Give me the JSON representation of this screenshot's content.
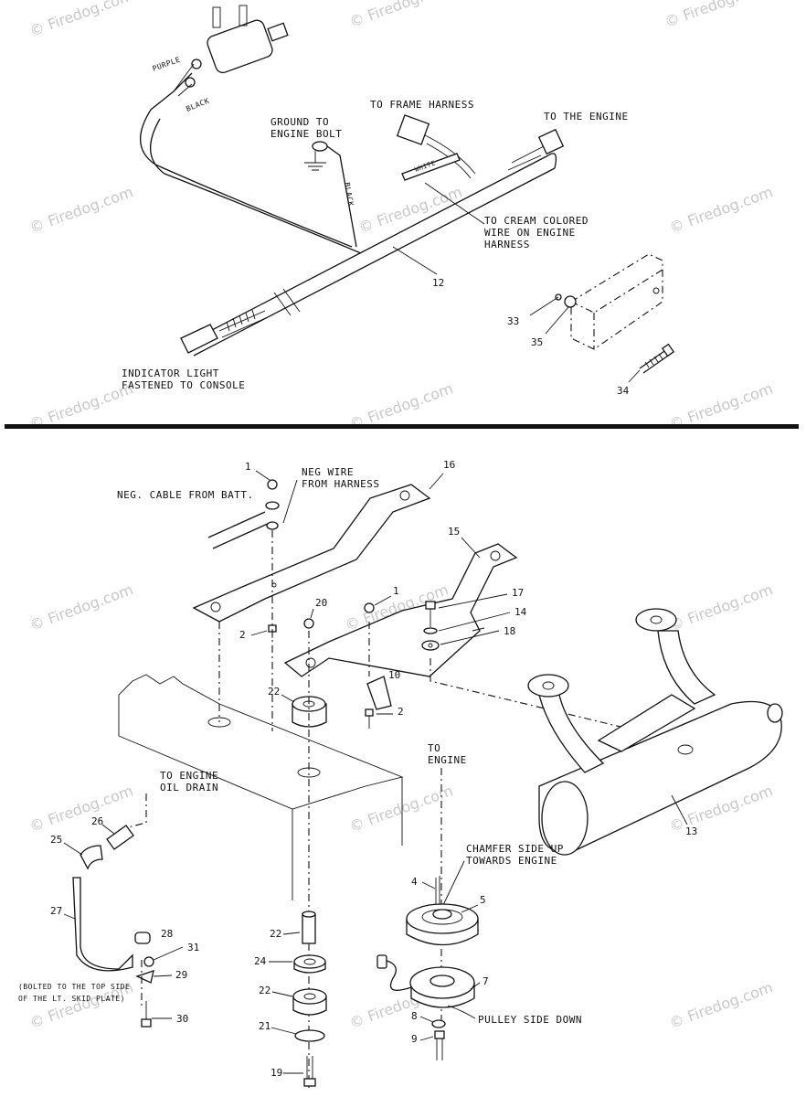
{
  "watermark": "© Firedog.com",
  "top_section": {
    "labels": {
      "purple": "PURPLE",
      "black_upper": "BLACK",
      "ground_line1": "GROUND TO",
      "ground_line2": "ENGINE BOLT",
      "black_wire": "BLACK",
      "to_frame_harness": "TO FRAME HARNESS",
      "to_the_engine": "TO THE ENGINE",
      "white": "WHITE",
      "cream_line1": "TO CREAM COLORED",
      "cream_line2": "WIRE ON ENGINE",
      "cream_line3": "HARNESS",
      "indicator_line1": "INDICATOR LIGHT",
      "indicator_line2": "FASTENED TO CONSOLE"
    },
    "parts": {
      "p12": "12",
      "p33": "33",
      "p35": "35",
      "p34": "34"
    }
  },
  "bottom_section": {
    "labels": {
      "neg_cable": "NEG. CABLE FROM BATT.",
      "neg_wire_line1": "NEG WIRE",
      "neg_wire_line2": "FROM HARNESS",
      "engine_oil_line1": "TO ENGINE",
      "engine_oil_line2": "OIL DRAIN",
      "to_engine_line1": "TO",
      "to_engine_line2": "ENGINE",
      "chamfer_line1": "CHAMFER SIDE UP",
      "chamfer_line2": "TOWARDS ENGINE",
      "pulley_side_down": "PULLEY SIDE DOWN",
      "bolted_line1": "(BOLTED TO THE TOP SIDE",
      "bolted_line2": "OF THE LT. SKID PLATE)"
    },
    "parts": {
      "p1a": "1",
      "p16": "16",
      "p15": "15",
      "p1b": "1",
      "p17": "17",
      "p14": "14",
      "p18": "18",
      "p20": "20",
      "p2a": "2",
      "p10": "10",
      "p2b": "2",
      "p22a": "22",
      "p13": "13",
      "p26": "26",
      "p25": "25",
      "p27": "27",
      "p28": "28",
      "p31": "31",
      "p29": "29",
      "p30": "30",
      "p4": "4",
      "p5": "5",
      "p22b": "22",
      "p24": "24",
      "p22c": "22",
      "p21": "21",
      "p19": "19",
      "p7": "7",
      "p8": "8",
      "p9": "9"
    }
  }
}
